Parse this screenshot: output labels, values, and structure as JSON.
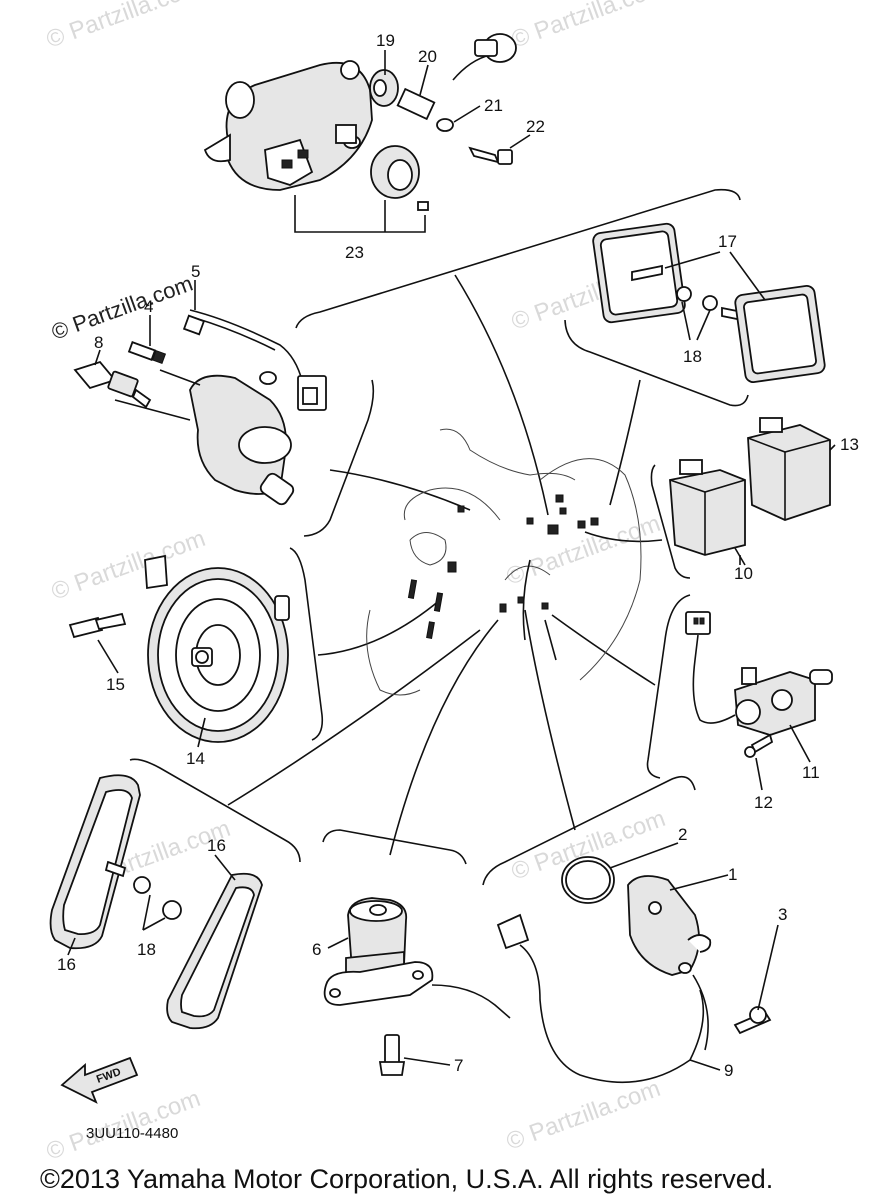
{
  "callouts": {
    "c1": "1",
    "c2": "2",
    "c3": "3",
    "c4": "4",
    "c5": "5",
    "c6": "6",
    "c7": "7",
    "c8": "8",
    "c9": "9",
    "c10": "10",
    "c11": "11",
    "c12": "12",
    "c13": "13",
    "c14": "14",
    "c15": "15",
    "c16a": "16",
    "c16b": "16",
    "c17": "17",
    "c18a": "18",
    "c18b": "18",
    "c19": "19",
    "c20": "20",
    "c21": "21",
    "c22": "22",
    "c23": "23"
  },
  "arrow_label": "FWD",
  "diagram_code": "3UU110-4480",
  "watermark": "© Partzilla.com",
  "copyright": "©2013 Yamaha Motor Corporation, U.S.A. All rights reserved."
}
